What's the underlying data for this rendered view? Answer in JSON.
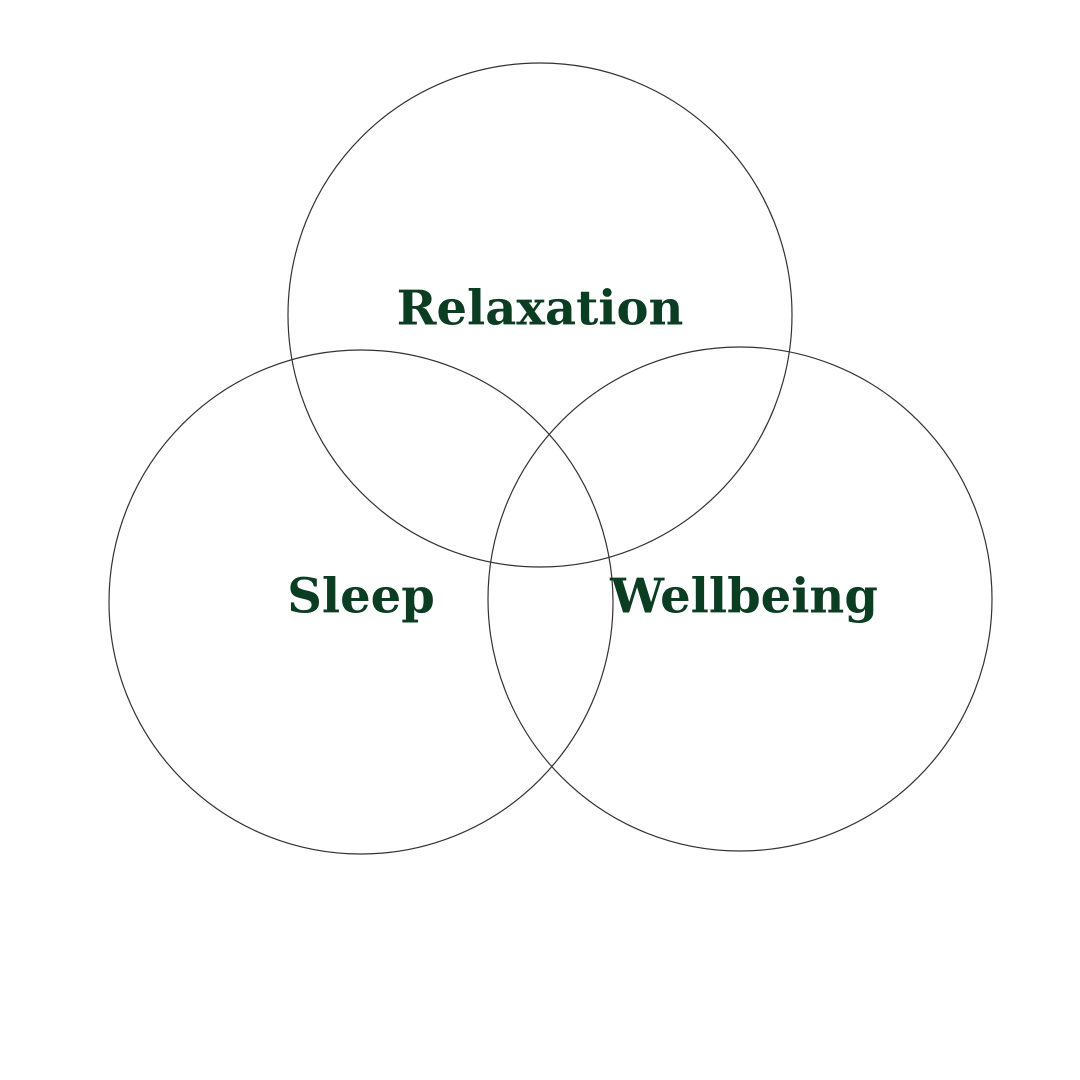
{
  "diagram": {
    "type": "venn",
    "label_color": "#0b3d22",
    "outline_color": "#333333",
    "sets": [
      {
        "id": "relaxation",
        "label": "Relaxation"
      },
      {
        "id": "sleep",
        "label": "Sleep"
      },
      {
        "id": "wellbeing",
        "label": "Wellbeing"
      }
    ]
  }
}
